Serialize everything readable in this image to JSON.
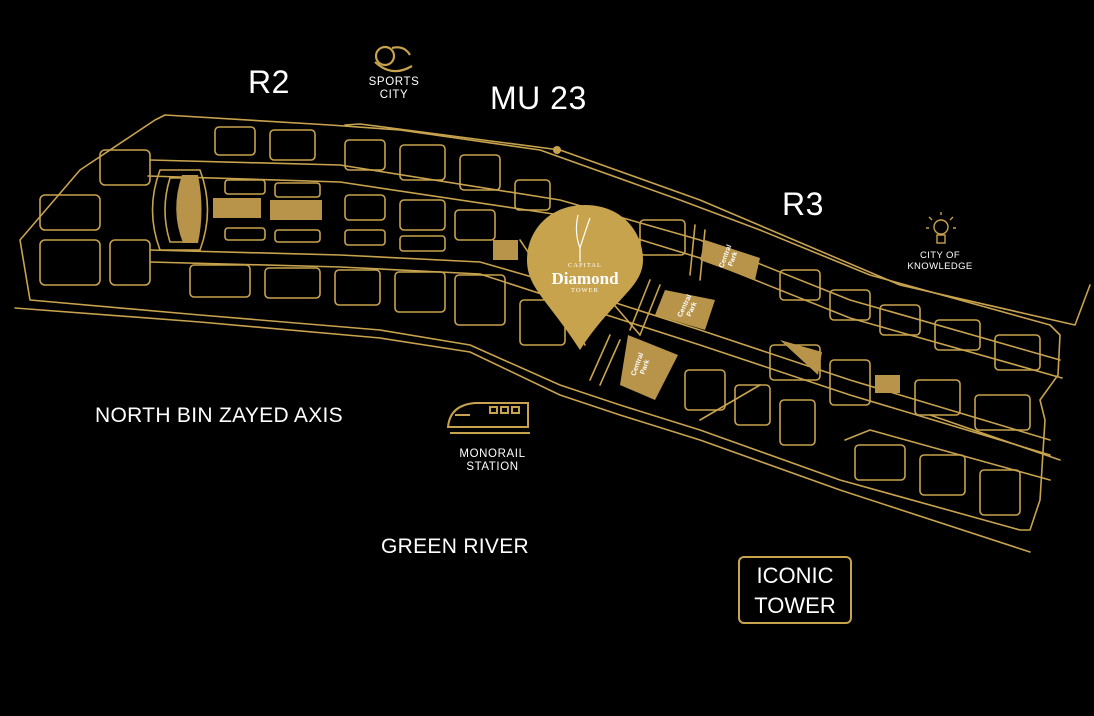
{
  "map": {
    "labels": {
      "r2": "R2",
      "r3": "R3",
      "mu23": "MU 23",
      "sports_city_1": "SPORTS",
      "sports_city_2": "CITY",
      "city_knowledge_1": "CITY OF",
      "city_knowledge_2": "KNOWLEDGE",
      "north_axis": "NORTH BIN ZAYED AXIS",
      "monorail_1": "MONORAIL",
      "monorail_2": "STATION",
      "green_river": "GREEN RIVER",
      "iconic_1": "ICONIC",
      "iconic_2": "TOWER"
    },
    "pin": {
      "line1": "CAPITAL",
      "line2": "Diamond",
      "line3": "TOWER"
    },
    "parks": [
      "Central",
      "Park"
    ],
    "icons": {
      "sports": "sports-city-icon",
      "knowledge": "lightbulb-icon",
      "monorail": "train-icon",
      "pin": "map-pin-icon"
    },
    "colors": {
      "background": "#000000",
      "gold": "#c8a34e",
      "gold_fill": "#b8944a",
      "text": "#ffffff"
    }
  }
}
